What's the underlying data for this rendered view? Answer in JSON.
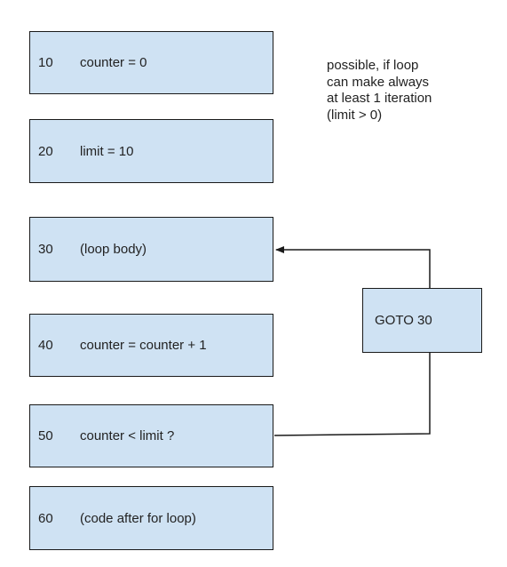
{
  "statements": [
    {
      "number": "10",
      "code": "counter = 0"
    },
    {
      "number": "20",
      "code": "limit = 10"
    },
    {
      "number": "30",
      "code": "(loop body)"
    },
    {
      "number": "40",
      "code": "counter = counter + 1"
    },
    {
      "number": "50",
      "code": "counter < limit ?"
    },
    {
      "number": "60",
      "code": "(code after for loop)"
    }
  ],
  "goto_box": {
    "label": "GOTO 30"
  },
  "note": {
    "lines": [
      "possible, if loop",
      "can make always",
      "at least 1 iteration",
      "(limit > 0)"
    ]
  },
  "colors": {
    "box_fill": "#cfe2f3",
    "border": "#1a1a1a",
    "line": "#1a1a1a"
  }
}
